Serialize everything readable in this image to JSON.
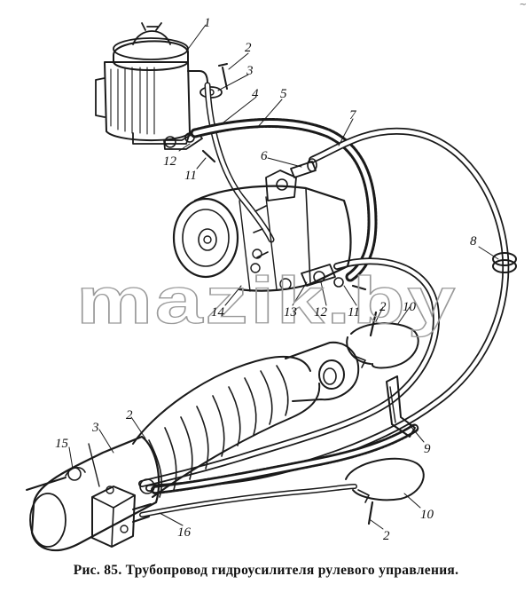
{
  "caption": "Рис. 85. Трубопровод  гидроусилителя рулевого управления.",
  "watermark": "mazik.by",
  "corner_mark": "~",
  "callouts": {
    "c1": "1",
    "c2a": "2",
    "c3a": "3",
    "c4": "4",
    "c5": "5",
    "c7": "7",
    "c12a": "12",
    "c11a": "11",
    "c6": "6",
    "c8": "8",
    "c14": "14",
    "c13": "13",
    "c12b": "12",
    "c11b": "11",
    "c2b": "2",
    "c10a": "10",
    "c3b": "3",
    "c2c": "2",
    "c15": "15",
    "c9": "9",
    "c16": "16",
    "c10b": "10",
    "c2d": "2"
  }
}
